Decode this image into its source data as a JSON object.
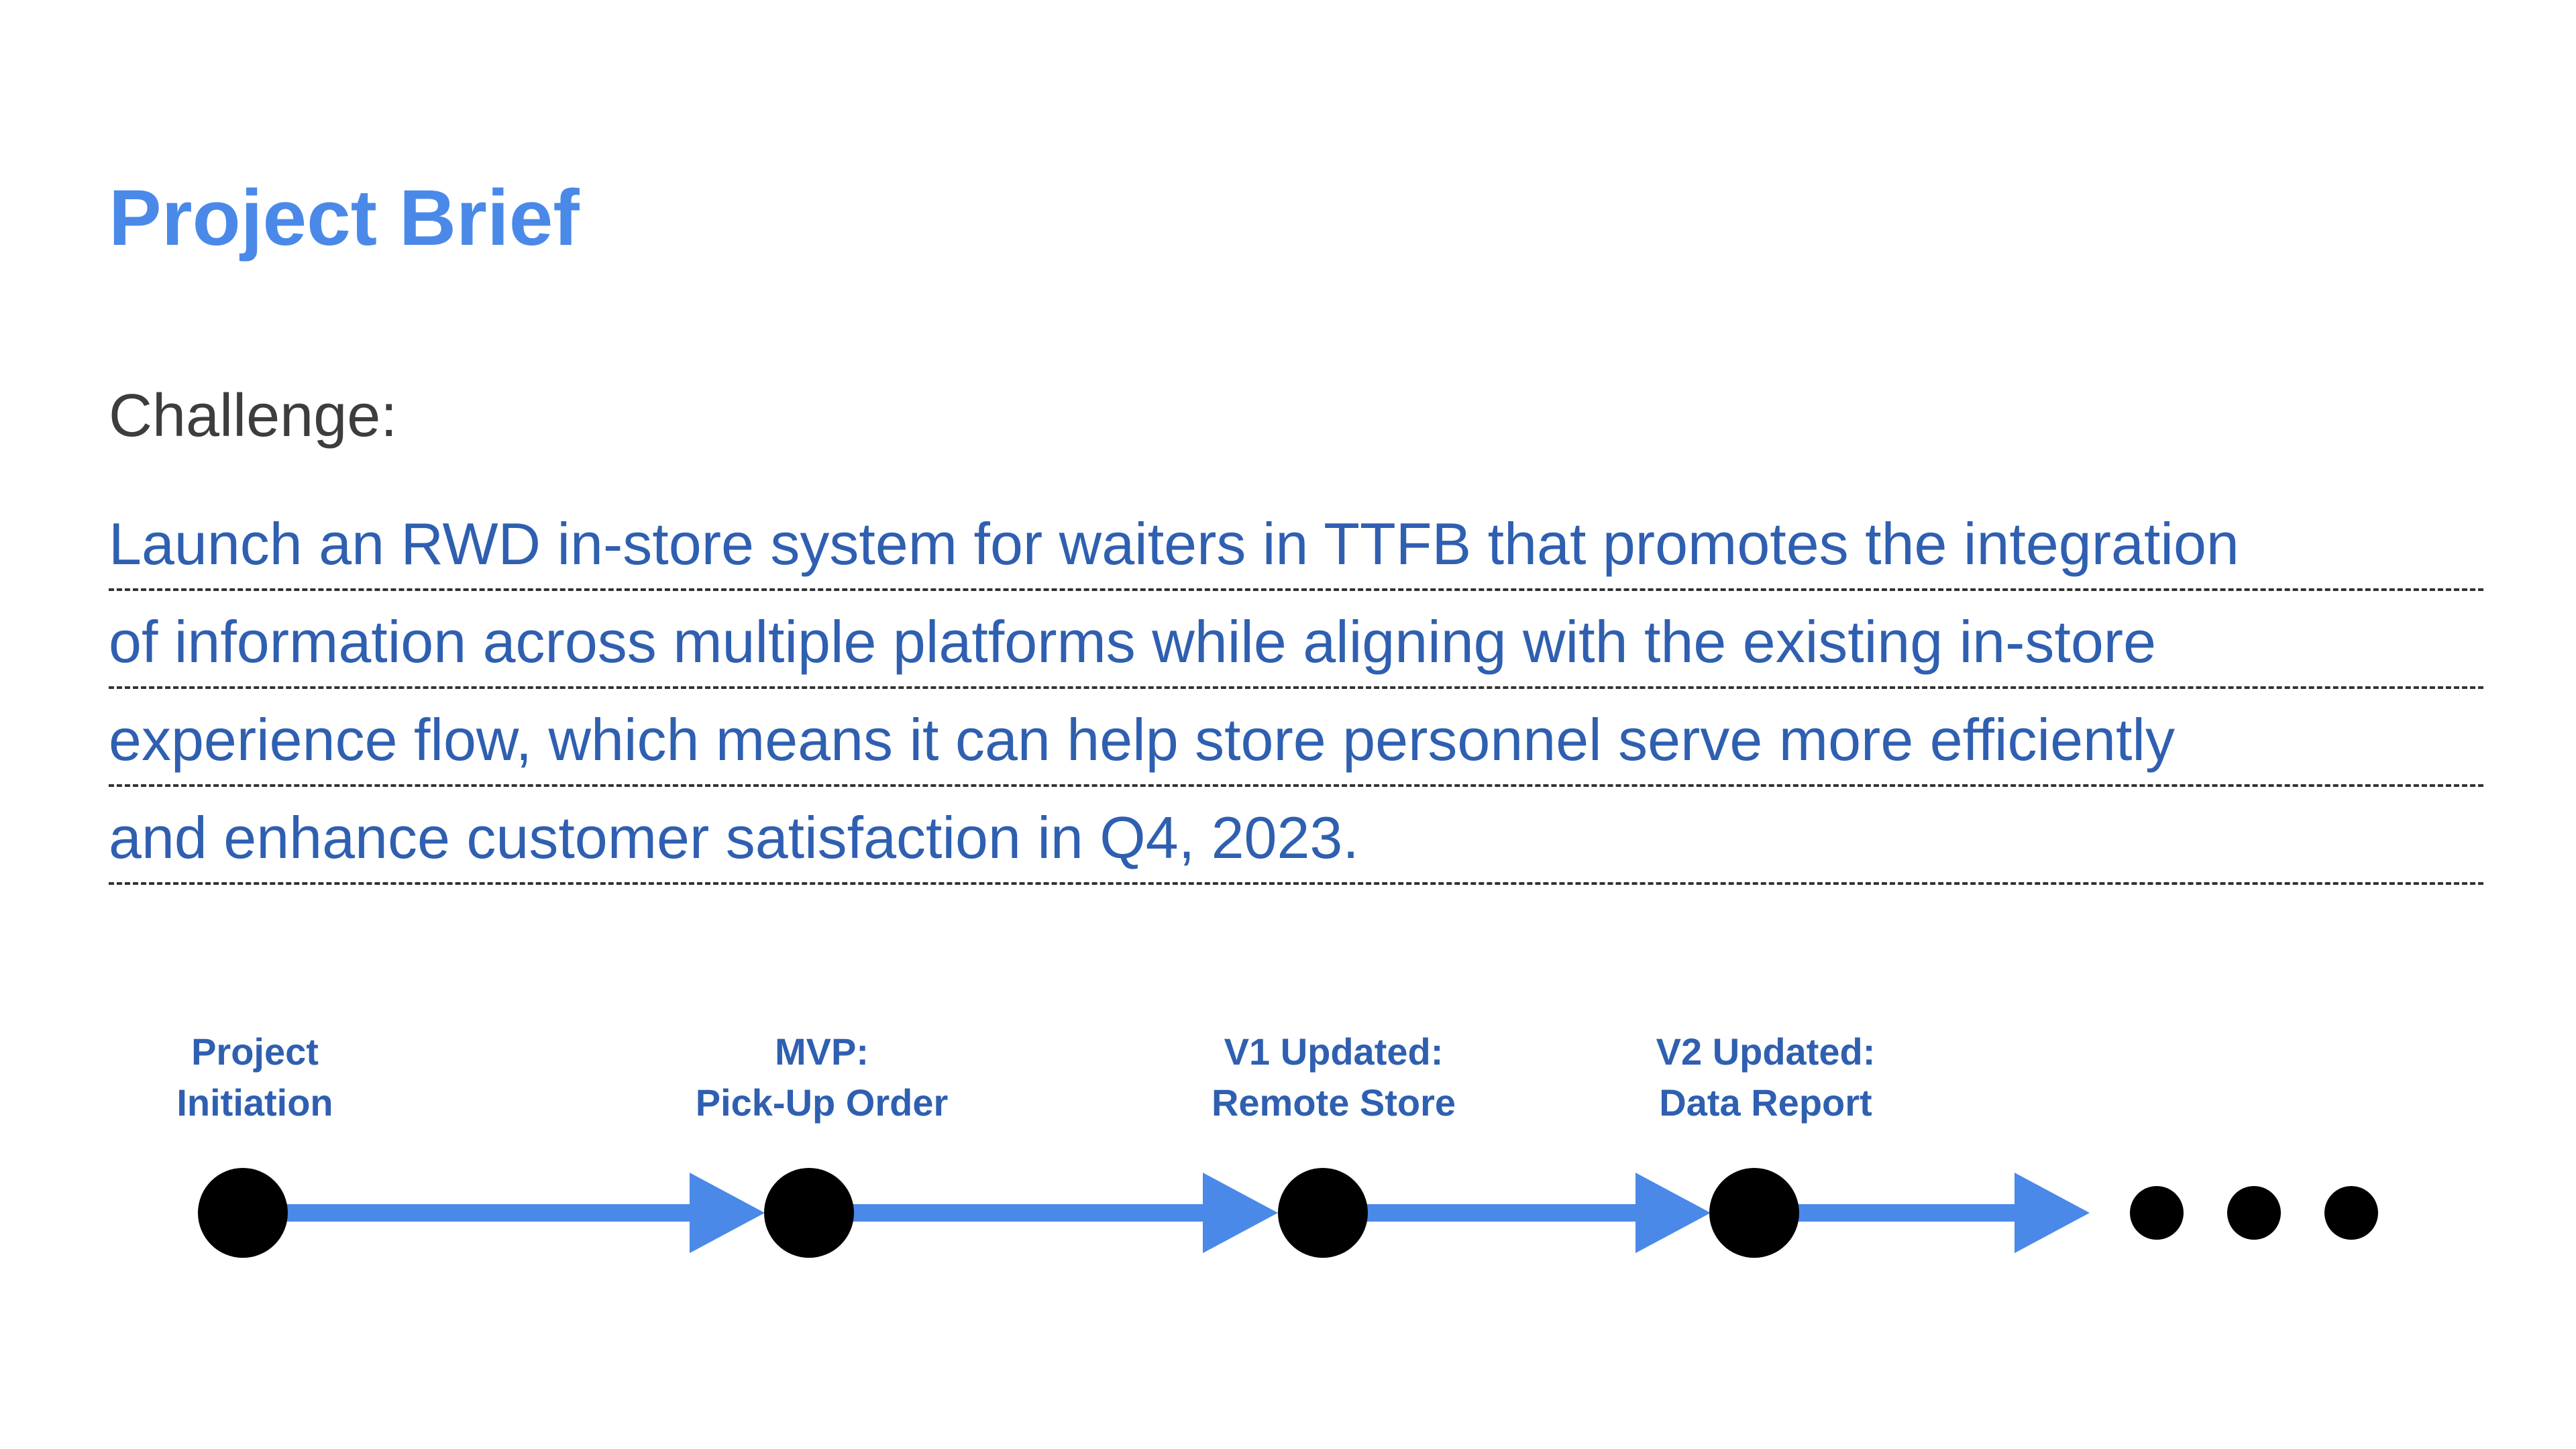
{
  "title": "Project Brief",
  "challenge": {
    "label": "Challenge:",
    "lines": [
      "Launch an RWD in-store system for waiters in TTFB that promotes the integration",
      "of information across multiple platforms while aligning with the existing in-store",
      "experience flow, which means it can help store personnel serve more efficiently",
      "and enhance customer satisfaction in Q4, 2023."
    ]
  },
  "timeline": {
    "milestones": [
      {
        "line1": "Project",
        "line2": "Initiation"
      },
      {
        "line1": "MVP:",
        "line2": "Pick-Up Order"
      },
      {
        "line1": "V1 Updated:",
        "line2": "Remote Store"
      },
      {
        "line1": "V2 Updated:",
        "line2": "Data Report"
      }
    ],
    "continuation_dots": 3
  },
  "colors": {
    "title": "#4a89e8",
    "text": "#2f5fb0",
    "label": "#3d3d3d",
    "arrow": "#4a89e8",
    "node": "#000000"
  }
}
